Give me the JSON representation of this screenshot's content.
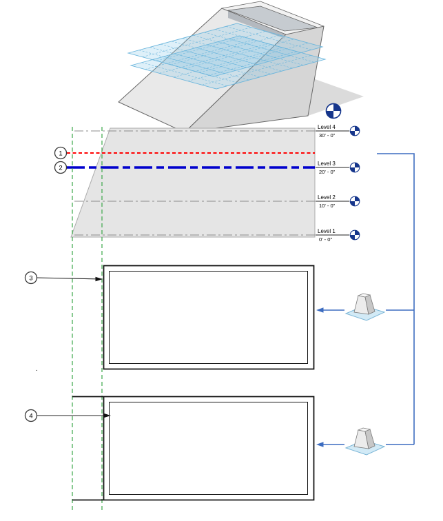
{
  "levels": [
    {
      "name": "Level 4",
      "elevation": "30' - 0\""
    },
    {
      "name": "Level 3",
      "elevation": "20' - 0\""
    },
    {
      "name": "Level 2",
      "elevation": "10' - 0\""
    },
    {
      "name": "Level 1",
      "elevation": "0' - 0\""
    }
  ],
  "callouts": [
    {
      "label": "1"
    },
    {
      "label": "2"
    },
    {
      "label": "3"
    },
    {
      "label": "4"
    }
  ],
  "stray_mark": ".",
  "colors": {
    "cut_plane_red": "#ff0000",
    "active_level_blue": "#0000cd",
    "reference_plane_green": "#3aa648",
    "connector_blue": "#3c6cc0",
    "datum_head_blue": "#16368c",
    "level_plane_blue": "#69b8dd"
  },
  "icons": {
    "datum_head": "quartered-circle-icon",
    "mass_thumbnail": "3d-mass-icon"
  }
}
